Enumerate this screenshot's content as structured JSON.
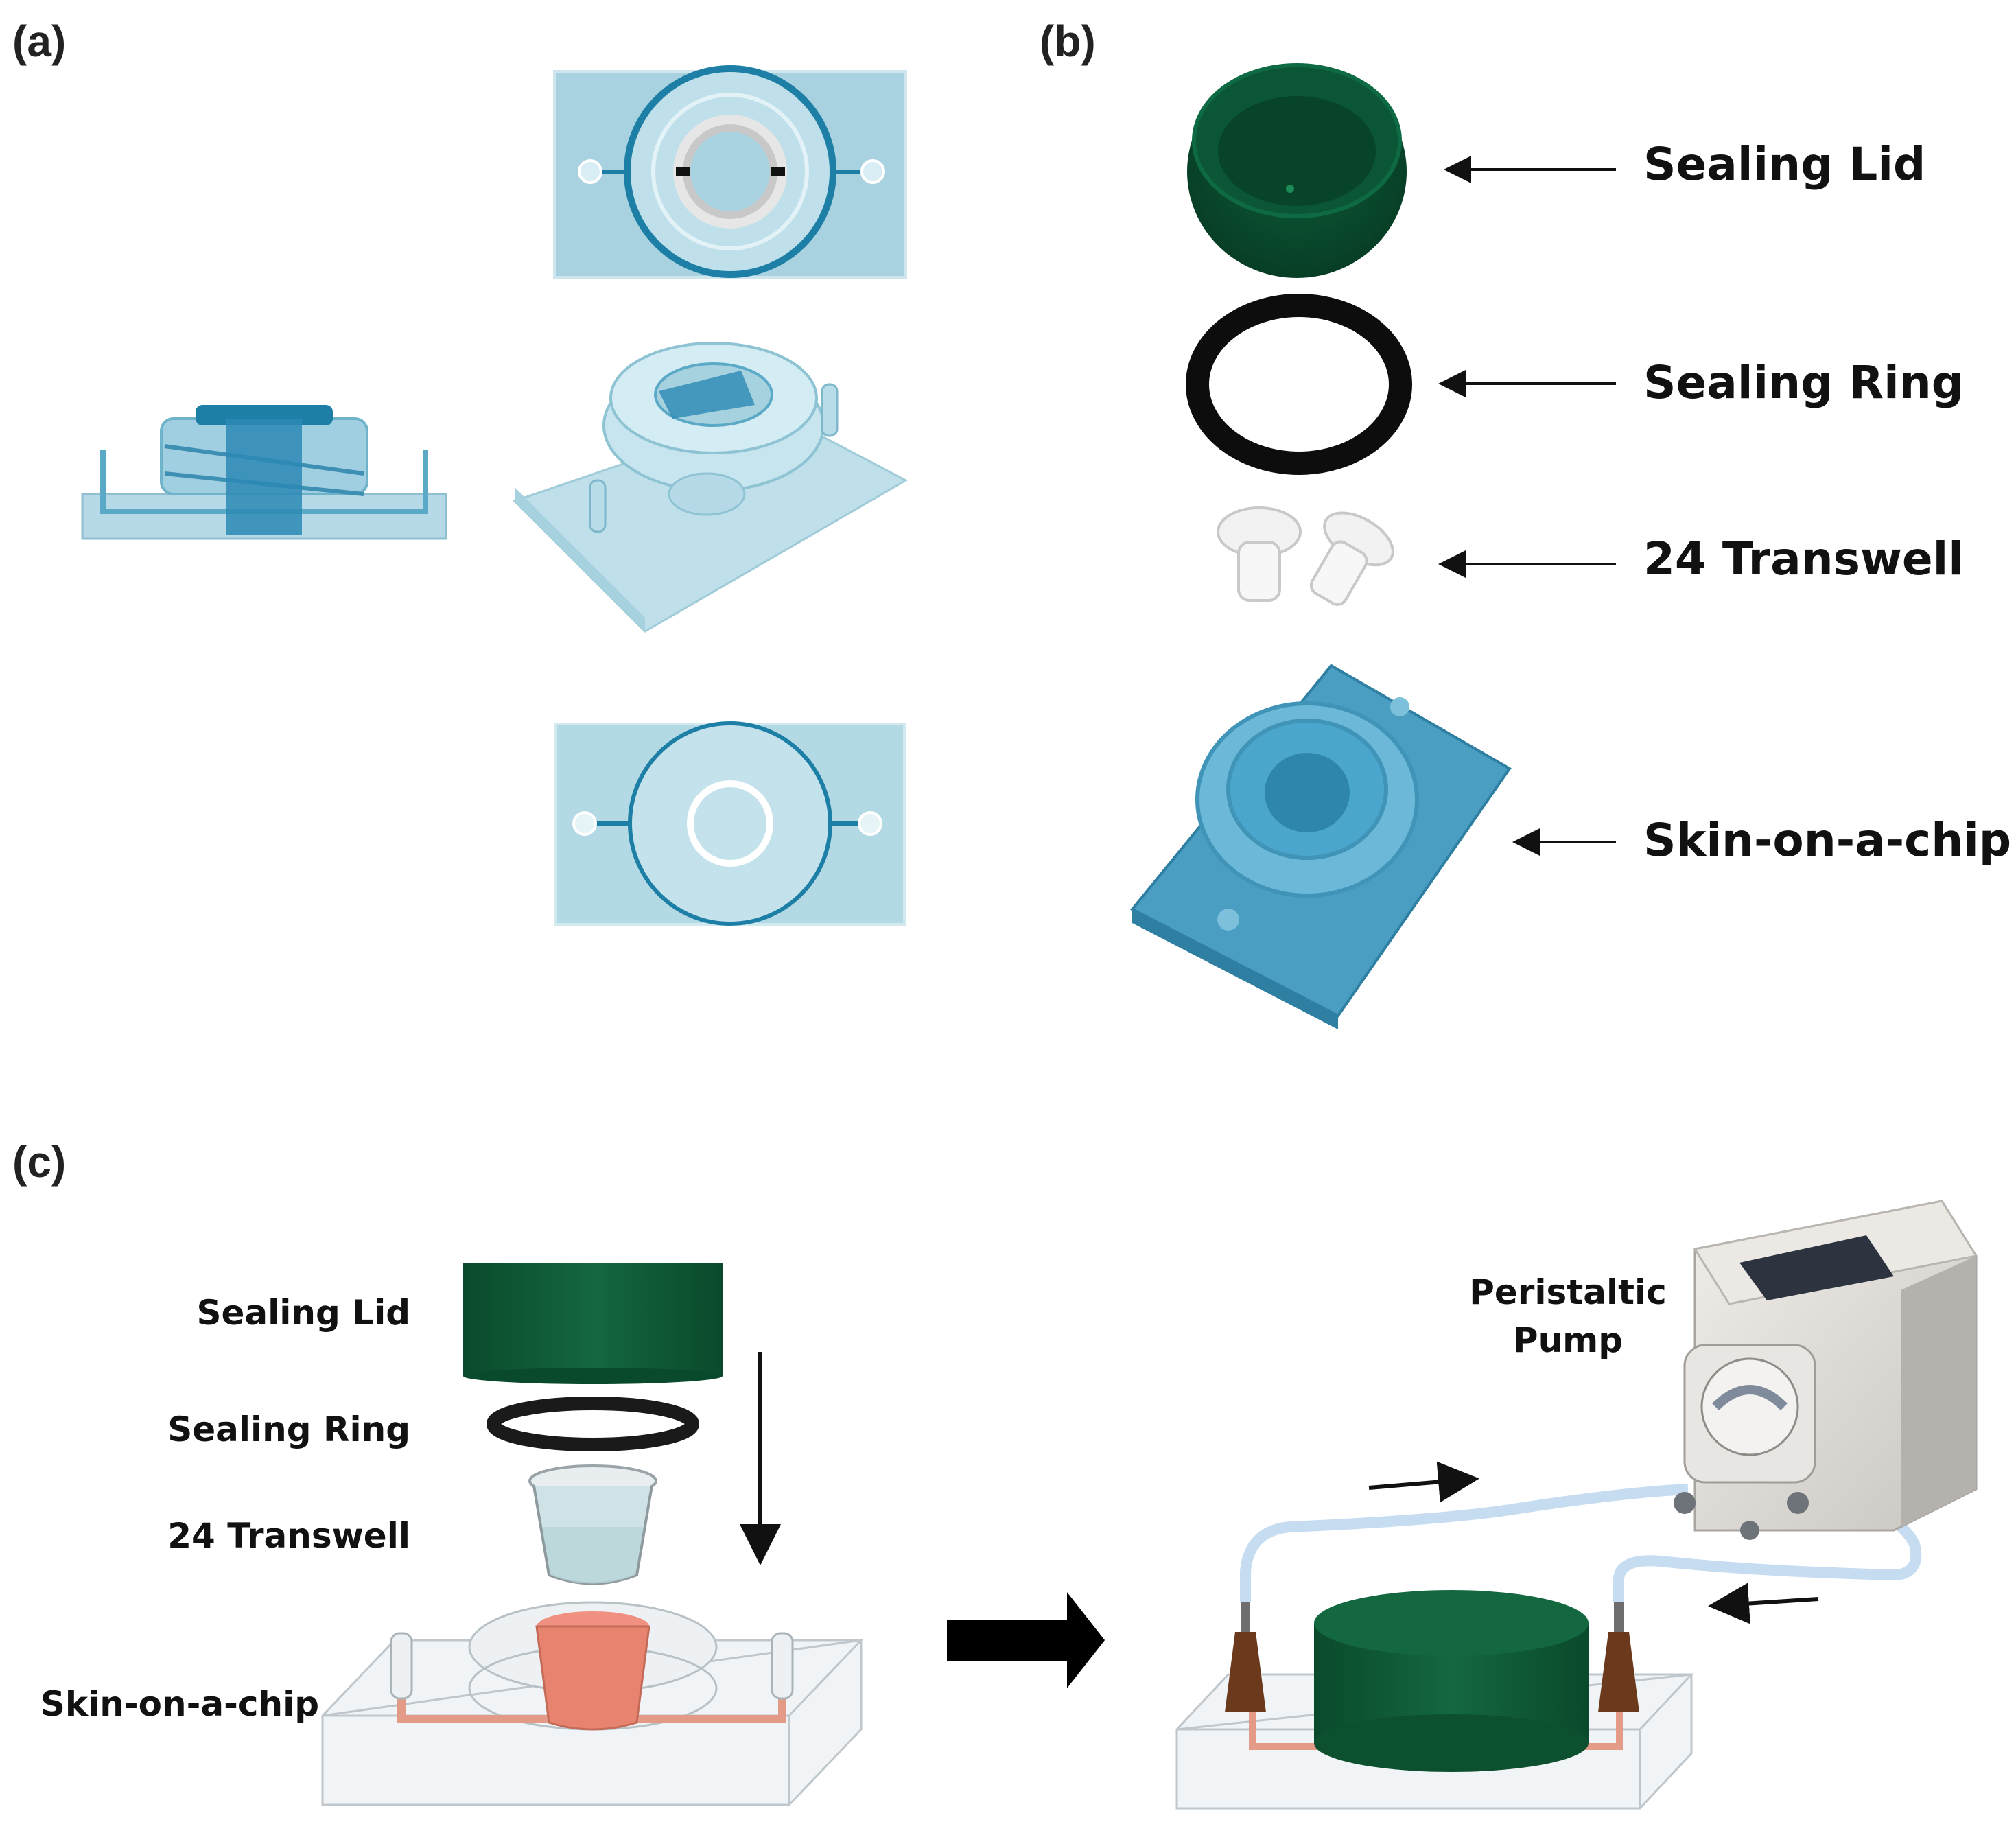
{
  "panels": {
    "a": {
      "label": "(a)"
    },
    "b": {
      "label": "(b)",
      "items": [
        {
          "label": "Sealing Lid"
        },
        {
          "label": "Sealing Ring"
        },
        {
          "label": "24 Transwell"
        },
        {
          "label": "Skin-on-a-chip"
        }
      ]
    },
    "c": {
      "label": "(c)",
      "assembly_labels": [
        "Sealing Lid",
        "Sealing Ring",
        "24 Transwell",
        "Skin-on-a-chip"
      ],
      "pump_label_line1": "Peristaltic",
      "pump_label_line2": "Pump"
    }
  },
  "colors": {
    "chip_blue": "#9fd0e0",
    "channel_blue": "#1e7fa6",
    "lid_green": "#0f5a37",
    "ring_black": "#111111",
    "tissue_salmon": "#e8836f",
    "connector_brown": "#6b3a1c"
  }
}
